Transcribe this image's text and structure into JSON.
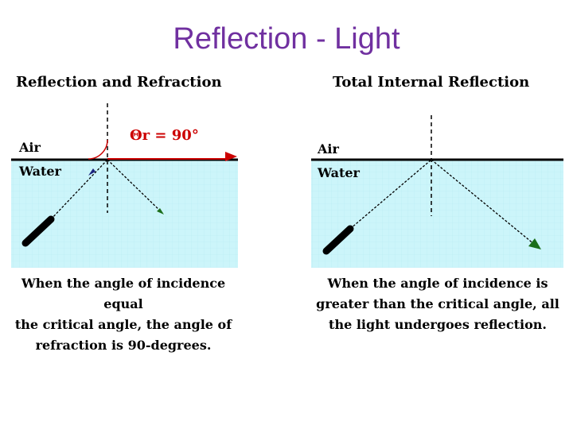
{
  "slide": {
    "title": "Reflection - Light"
  },
  "left_panel": {
    "title": "Reflection and Refraction",
    "medium_top": "Air",
    "medium_bottom": "Water",
    "angle_label": "Θr = 90°",
    "caption": "When the angle of incidence equal\nthe critical angle, the angle of\nrefraction is 90-degrees."
  },
  "right_panel": {
    "title": "Total Internal Reflection",
    "medium_top": "Air",
    "medium_bottom": "Water",
    "caption": "When the angle of incidence is\ngreater than the critical angle, all\nthe light undergoes reflection."
  },
  "colors": {
    "title": "#7030a0",
    "water": "#ccf5fa",
    "refracted_ray": "#cc0000",
    "incident_arrow": "#1a237e",
    "reflected_arrow": "#1b6e1b"
  }
}
